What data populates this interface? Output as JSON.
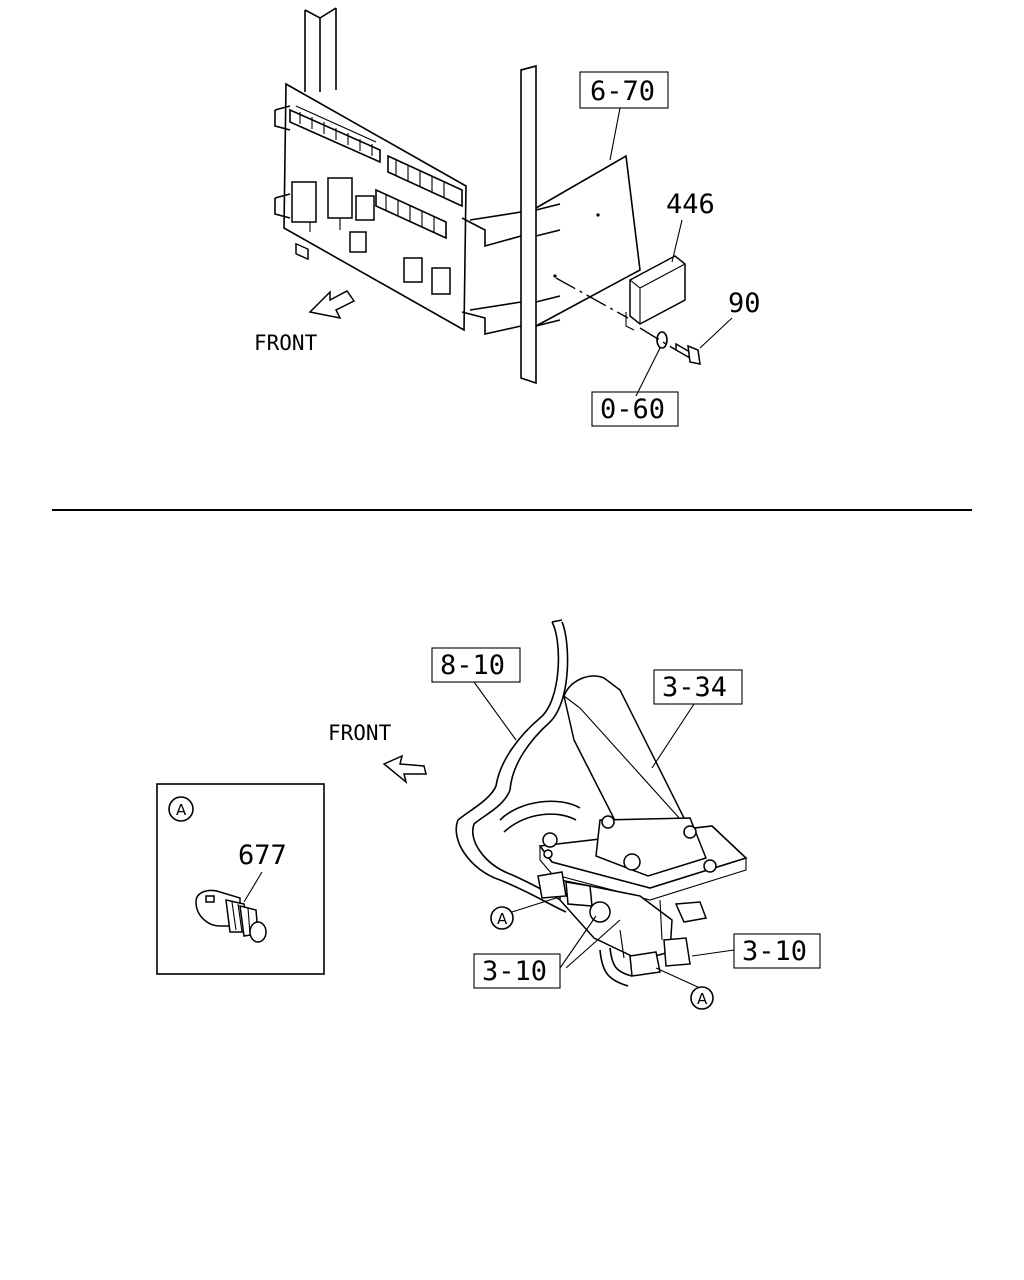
{
  "upper": {
    "front_label": "FRONT",
    "callouts": {
      "ref_6_70": "6-70",
      "part_446": "446",
      "part_90": "90",
      "ref_0_60": "0-60"
    }
  },
  "lower": {
    "front_label": "FRONT",
    "callouts": {
      "ref_8_10": "8-10",
      "ref_3_34": "3-34",
      "ref_3_10_right": "3-10",
      "ref_3_10_left": "3-10",
      "marker_a_1": "A",
      "marker_a_2": "A"
    },
    "detail": {
      "marker": "A",
      "part_677": "677"
    }
  }
}
